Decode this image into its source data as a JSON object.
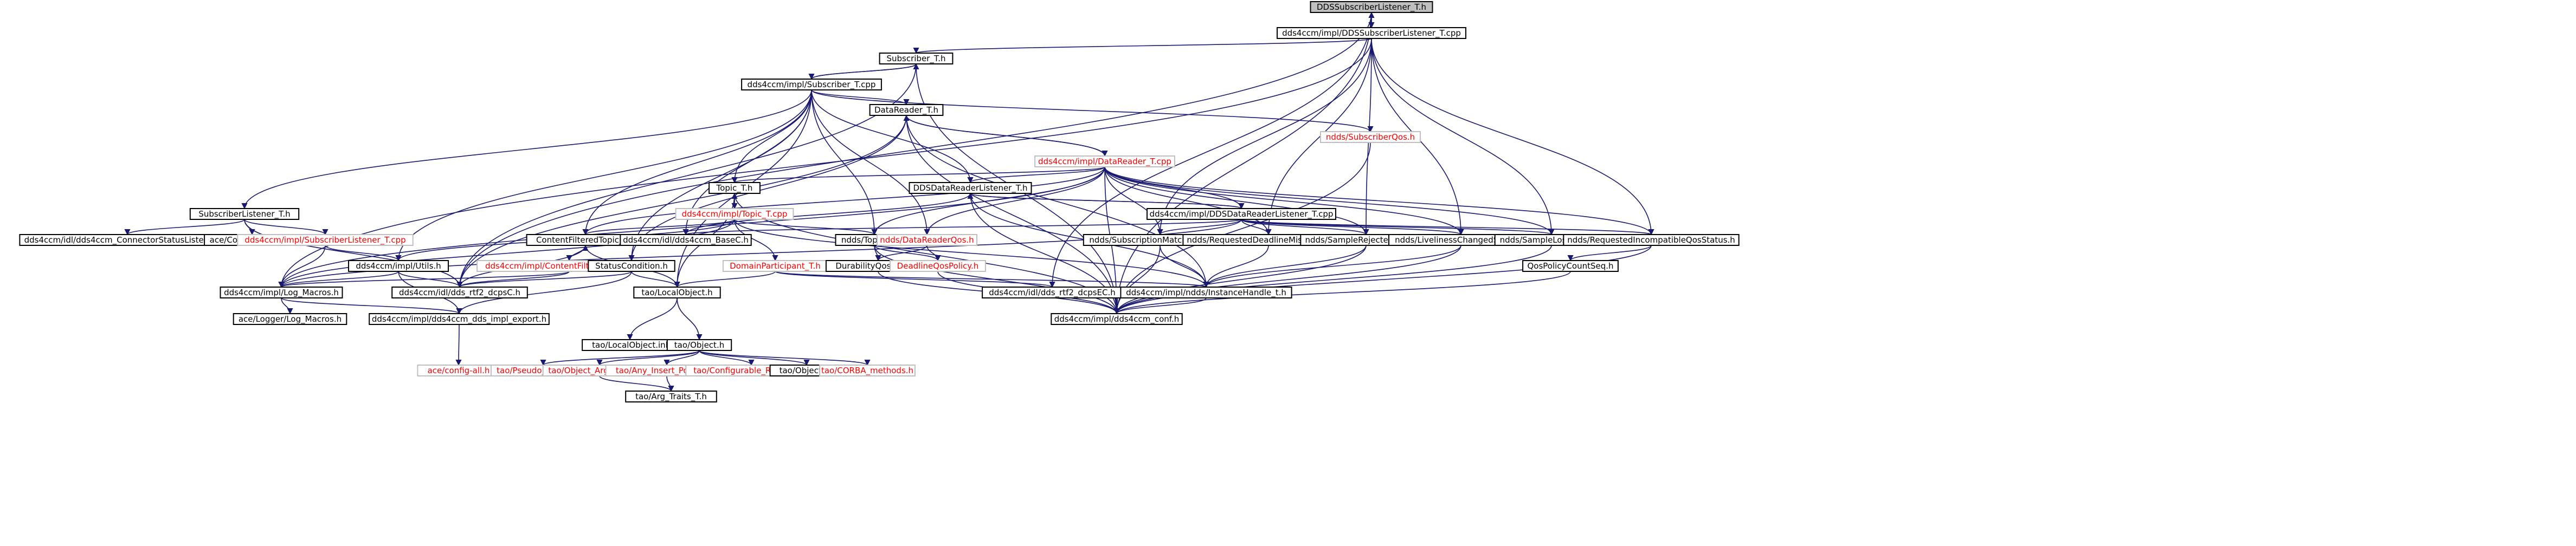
{
  "diagram": {
    "colors": {
      "root_fill": "#bfbfbf",
      "node_fill": "#ffffff",
      "missing_text": "#ff0000",
      "edge": "#191970"
    },
    "nodes": [
      {
        "id": "n_root",
        "label": "DDSSubscriberListener_T.h",
        "kind": "root"
      },
      {
        "id": "n_ddssubl_cpp",
        "label": "dds4ccm/impl/DDSSubscriberListener_T.cpp",
        "kind": "normal"
      },
      {
        "id": "n_subscriber_h",
        "label": "Subscriber_T.h",
        "kind": "normal"
      },
      {
        "id": "n_subscriber_cpp",
        "label": "dds4ccm/impl/Subscriber_T.cpp",
        "kind": "normal"
      },
      {
        "id": "n_datareader_h",
        "label": "DataReader_T.h",
        "kind": "normal"
      },
      {
        "id": "n_ndds_subqos",
        "label": "ndds/SubscriberQos.h",
        "kind": "missing"
      },
      {
        "id": "n_datareader_cpp",
        "label": "dds4ccm/impl/DataReader_T.cpp",
        "kind": "missing"
      },
      {
        "id": "n_topic_h",
        "label": "Topic_T.h",
        "kind": "normal"
      },
      {
        "id": "n_ddsdrl_h",
        "label": "DDSDataReaderListener_T.h",
        "kind": "normal"
      },
      {
        "id": "n_sublist_h",
        "label": "SubscriberListener_T.h",
        "kind": "normal"
      },
      {
        "id": "n_topic_cpp",
        "label": "dds4ccm/impl/Topic_T.cpp",
        "kind": "missing"
      },
      {
        "id": "n_ddsdrl_cpp",
        "label": "dds4ccm/impl/DDSDataReaderListener_T.cpp",
        "kind": "normal"
      },
      {
        "id": "n_connstat",
        "label": "dds4ccm/idl/dds4ccm_ConnectorStatusListenerC.h",
        "kind": "normal"
      },
      {
        "id": "n_ace_copy",
        "label": "ace/Copy_Disabled.h",
        "kind": "normal"
      },
      {
        "id": "n_sublist_cpp",
        "label": "dds4ccm/impl/SubscriberListener_T.cpp",
        "kind": "missing"
      },
      {
        "id": "n_cft_h",
        "label": "ContentFilteredTopic_T.h",
        "kind": "normal"
      },
      {
        "id": "n_basec",
        "label": "dds4ccm/idl/dds4ccm_BaseC.h",
        "kind": "normal"
      },
      {
        "id": "n_ndds_topicqos",
        "label": "ndds/TopicQos.h",
        "kind": "normal"
      },
      {
        "id": "n_ndds_drqos",
        "label": "ndds/DataReaderQos.h",
        "kind": "missing"
      },
      {
        "id": "n_ndds_submatch",
        "label": "ndds/SubscriptionMatchedStatus.h",
        "kind": "normal"
      },
      {
        "id": "n_ndds_rdm",
        "label": "ndds/RequestedDeadlineMissedStatus.h",
        "kind": "normal"
      },
      {
        "id": "n_ndds_srs",
        "label": "ndds/SampleRejectedStatus.h",
        "kind": "normal"
      },
      {
        "id": "n_ndds_lcs",
        "label": "ndds/LivelinessChangedStatus.h",
        "kind": "normal"
      },
      {
        "id": "n_ndds_sls",
        "label": "ndds/SampleLostStatus.h",
        "kind": "normal"
      },
      {
        "id": "n_ndds_riqs",
        "label": "ndds/RequestedIncompatibleQosStatus.h",
        "kind": "normal"
      },
      {
        "id": "n_impl_utils",
        "label": "dds4ccm/impl/Utils.h",
        "kind": "normal"
      },
      {
        "id": "n_cft_cpp",
        "label": "dds4ccm/impl/ContentFilteredTopic_T.cpp",
        "kind": "missing"
      },
      {
        "id": "n_statuscond",
        "label": "StatusCondition.h",
        "kind": "normal"
      },
      {
        "id": "n_domainpart",
        "label": "DomainParticipant_T.h",
        "kind": "missing"
      },
      {
        "id": "n_durability",
        "label": "DurabilityQosPolicy.h",
        "kind": "normal"
      },
      {
        "id": "n_deadline",
        "label": "DeadlineQosPolicy.h",
        "kind": "missing"
      },
      {
        "id": "n_qoscount",
        "label": "QosPolicyCountSeq.h",
        "kind": "normal"
      },
      {
        "id": "n_logmacros",
        "label": "dds4ccm/impl/Log_Macros.h",
        "kind": "normal"
      },
      {
        "id": "n_ddsrtps",
        "label": "dds4ccm/idl/dds_rtf2_dcpsC.h",
        "kind": "normal"
      },
      {
        "id": "n_tao_local",
        "label": "tao/LocalObject.h",
        "kind": "normal"
      },
      {
        "id": "n_ddsrtps_e",
        "label": "dds4ccm/idl/dds_rtf2_dcpsEC.h",
        "kind": "normal"
      },
      {
        "id": "n_ndds_inst",
        "label": "dds4ccm/impl/ndds/InstanceHandle_t.h",
        "kind": "normal"
      },
      {
        "id": "n_ace_logmacros",
        "label": "ace/Logger/Log_Macros.h",
        "kind": "normal"
      },
      {
        "id": "n_export",
        "label": "dds4ccm/impl/dds4ccm_dds_impl_export.h",
        "kind": "normal"
      },
      {
        "id": "n_conf",
        "label": "dds4ccm/impl/dds4ccm_conf.h",
        "kind": "normal"
      },
      {
        "id": "n_tao_localinl",
        "label": "tao/LocalObject.inl",
        "kind": "normal"
      },
      {
        "id": "n_tao_object",
        "label": "tao/Object.h",
        "kind": "normal"
      },
      {
        "id": "n_ace_config",
        "label": "ace/config-all.h",
        "kind": "missing"
      },
      {
        "id": "n_tao_pseudo",
        "label": "tao/Pseudo_VarOut_T.h",
        "kind": "missing"
      },
      {
        "id": "n_tao_objarg",
        "label": "tao/Object_Argument_T.h",
        "kind": "missing"
      },
      {
        "id": "n_tao_anyins",
        "label": "tao/Any_Insert_Policy_T.h",
        "kind": "missing"
      },
      {
        "id": "n_tao_confref",
        "label": "tao/Configurable_Refcount.h",
        "kind": "missing"
      },
      {
        "id": "n_tao_objinl",
        "label": "tao/Object.inl",
        "kind": "normal"
      },
      {
        "id": "n_tao_corba",
        "label": "tao/CORBA_methods.h",
        "kind": "missing"
      },
      {
        "id": "n_tao_argtraits",
        "label": "tao/Arg_Traits_T.h",
        "kind": "normal"
      }
    ],
    "edges": [
      [
        "n_root",
        "n_ddssubl_cpp"
      ],
      [
        "n_ddssubl_cpp",
        "n_root"
      ],
      [
        "n_root",
        "n_ddsrtps_e"
      ],
      [
        "n_root",
        "n_ddsrtps"
      ],
      [
        "n_root",
        "n_conf"
      ],
      [
        "n_ddssubl_cpp",
        "n_subscriber_h"
      ],
      [
        "n_ddssubl_cpp",
        "n_logmacros"
      ],
      [
        "n_ddssubl_cpp",
        "n_ndds_submatch"
      ],
      [
        "n_ddssubl_cpp",
        "n_ndds_rdm"
      ],
      [
        "n_ddssubl_cpp",
        "n_ndds_srs"
      ],
      [
        "n_ddssubl_cpp",
        "n_ndds_lcs"
      ],
      [
        "n_ddssubl_cpp",
        "n_ndds_sls"
      ],
      [
        "n_ddssubl_cpp",
        "n_ndds_riqs"
      ],
      [
        "n_subscriber_h",
        "n_subscriber_cpp"
      ],
      [
        "n_subscriber_cpp",
        "n_subscriber_h"
      ],
      [
        "n_subscriber_h",
        "n_conf"
      ],
      [
        "n_subscriber_h",
        "n_ddsrtps"
      ],
      [
        "n_subscriber_cpp",
        "n_datareader_h"
      ],
      [
        "n_subscriber_cpp",
        "n_ndds_subqos"
      ],
      [
        "n_subscriber_cpp",
        "n_topic_h"
      ],
      [
        "n_subscriber_cpp",
        "n_ddsdrl_h"
      ],
      [
        "n_subscriber_cpp",
        "n_sublist_h"
      ],
      [
        "n_subscriber_cpp",
        "n_cft_h"
      ],
      [
        "n_subscriber_cpp",
        "n_impl_utils"
      ],
      [
        "n_subscriber_cpp",
        "n_statuscond"
      ],
      [
        "n_subscriber_cpp",
        "n_basec"
      ],
      [
        "n_subscriber_cpp",
        "n_ndds_topicqos"
      ],
      [
        "n_subscriber_cpp",
        "n_ndds_drqos"
      ],
      [
        "n_subscriber_cpp",
        "n_tao_local"
      ],
      [
        "n_datareader_h",
        "n_datareader_cpp"
      ],
      [
        "n_datareader_cpp",
        "n_datareader_h"
      ],
      [
        "n_datareader_h",
        "n_conf"
      ],
      [
        "n_datareader_h",
        "n_ndds_inst"
      ],
      [
        "n_datareader_h",
        "n_ddsrtps"
      ],
      [
        "n_datareader_h",
        "n_statuscond"
      ],
      [
        "n_ndds_subqos",
        "n_conf"
      ],
      [
        "n_datareader_cpp",
        "n_topic_h"
      ],
      [
        "n_datareader_cpp",
        "n_ddsdrl_h"
      ],
      [
        "n_datareader_cpp",
        "n_ddsdrl_cpp"
      ],
      [
        "n_datareader_cpp",
        "n_ndds_topicqos"
      ],
      [
        "n_datareader_cpp",
        "n_ndds_drqos"
      ],
      [
        "n_datareader_cpp",
        "n_ndds_submatch"
      ],
      [
        "n_datareader_cpp",
        "n_ndds_rdm"
      ],
      [
        "n_datareader_cpp",
        "n_ndds_srs"
      ],
      [
        "n_datareader_cpp",
        "n_ndds_lcs"
      ],
      [
        "n_datareader_cpp",
        "n_ndds_sls"
      ],
      [
        "n_datareader_cpp",
        "n_ndds_riqs"
      ],
      [
        "n_datareader_cpp",
        "n_cft_h"
      ],
      [
        "n_datareader_cpp",
        "n_logmacros"
      ],
      [
        "n_datareader_cpp",
        "n_conf"
      ],
      [
        "n_topic_h",
        "n_topic_cpp"
      ],
      [
        "n_topic_cpp",
        "n_topic_h"
      ],
      [
        "n_topic_h",
        "n_conf"
      ],
      [
        "n_topic_h",
        "n_tao_local"
      ],
      [
        "n_topic_cpp",
        "n_cft_h"
      ],
      [
        "n_topic_cpp",
        "n_impl_utils"
      ],
      [
        "n_topic_cpp",
        "n_logmacros"
      ],
      [
        "n_topic_cpp",
        "n_ndds_topicqos"
      ],
      [
        "n_topic_cpp",
        "n_domainpart"
      ],
      [
        "n_topic_cpp",
        "n_ndds_inst"
      ],
      [
        "n_ddsdrl_h",
        "n_ddsdrl_cpp"
      ],
      [
        "n_ddsdrl_cpp",
        "n_ddsdrl_h"
      ],
      [
        "n_ddsdrl_h",
        "n_basec"
      ],
      [
        "n_ddsdrl_h",
        "n_conf"
      ],
      [
        "n_ddsdrl_h",
        "n_ndds_inst"
      ],
      [
        "n_ddsdrl_cpp",
        "n_ndds_submatch"
      ],
      [
        "n_ddsdrl_cpp",
        "n_ndds_rdm"
      ],
      [
        "n_ddsdrl_cpp",
        "n_ndds_srs"
      ],
      [
        "n_ddsdrl_cpp",
        "n_ndds_lcs"
      ],
      [
        "n_ddsdrl_cpp",
        "n_ndds_sls"
      ],
      [
        "n_ddsdrl_cpp",
        "n_ndds_riqs"
      ],
      [
        "n_ddsdrl_cpp",
        "n_logmacros"
      ],
      [
        "n_ddsdrl_cpp",
        "n_basec"
      ],
      [
        "n_sublist_h",
        "n_connstat"
      ],
      [
        "n_sublist_h",
        "n_ace_copy"
      ],
      [
        "n_sublist_h",
        "n_sublist_cpp"
      ],
      [
        "n_sublist_h",
        "n_ddsrtps"
      ],
      [
        "n_sublist_cpp",
        "n_logmacros"
      ],
      [
        "n_sublist_cpp",
        "n_impl_utils"
      ],
      [
        "n_cft_h",
        "n_cft_cpp"
      ],
      [
        "n_cft_cpp",
        "n_cft_h"
      ],
      [
        "n_cft_h",
        "n_tao_local"
      ],
      [
        "n_cft_h",
        "n_ddsrtps"
      ],
      [
        "n_cft_cpp",
        "n_logmacros"
      ],
      [
        "n_cft_cpp",
        "n_ddsrtps"
      ],
      [
        "n_ndds_topicqos",
        "n_durability"
      ],
      [
        "n_ndds_topicqos",
        "n_deadline"
      ],
      [
        "n_ndds_topicqos",
        "n_conf"
      ],
      [
        "n_ndds_drqos",
        "n_durability"
      ],
      [
        "n_ndds_drqos",
        "n_deadline"
      ],
      [
        "n_ndds_submatch",
        "n_ndds_inst"
      ],
      [
        "n_ndds_submatch",
        "n_conf"
      ],
      [
        "n_ndds_rdm",
        "n_ndds_inst"
      ],
      [
        "n_ndds_srs",
        "n_ndds_inst"
      ],
      [
        "n_ndds_srs",
        "n_conf"
      ],
      [
        "n_ndds_lcs",
        "n_ndds_inst"
      ],
      [
        "n_ndds_lcs",
        "n_conf"
      ],
      [
        "n_ndds_sls",
        "n_conf"
      ],
      [
        "n_ndds_riqs",
        "n_qoscount"
      ],
      [
        "n_ndds_riqs",
        "n_conf"
      ],
      [
        "n_qoscount",
        "n_conf"
      ],
      [
        "n_impl_utils",
        "n_logmacros"
      ],
      [
        "n_impl_utils",
        "n_ddsrtps"
      ],
      [
        "n_impl_utils",
        "n_export"
      ],
      [
        "n_statuscond",
        "n_tao_local"
      ],
      [
        "n_statuscond",
        "n_ddsrtps"
      ],
      [
        "n_statuscond",
        "n_export"
      ],
      [
        "n_domainpart",
        "n_tao_local"
      ],
      [
        "n_domainpart",
        "n_ddsrtps_e"
      ],
      [
        "n_domainpart",
        "n_ndds_inst"
      ],
      [
        "n_durability",
        "n_conf"
      ],
      [
        "n_deadline",
        "n_conf"
      ],
      [
        "n_logmacros",
        "n_ace_logmacros"
      ],
      [
        "n_logmacros",
        "n_export"
      ],
      [
        "n_tao_local",
        "n_tao_localinl"
      ],
      [
        "n_tao_local",
        "n_tao_object"
      ],
      [
        "n_ndds_inst",
        "n_conf"
      ],
      [
        "n_export",
        "n_ace_config"
      ],
      [
        "n_tao_object",
        "n_tao_pseudo"
      ],
      [
        "n_tao_object",
        "n_tao_objarg"
      ],
      [
        "n_tao_object",
        "n_tao_anyins"
      ],
      [
        "n_tao_object",
        "n_tao_confref"
      ],
      [
        "n_tao_object",
        "n_tao_objinl"
      ],
      [
        "n_tao_object",
        "n_tao_corba"
      ],
      [
        "n_tao_anyins",
        "n_tao_argtraits"
      ],
      [
        "n_tao_objarg",
        "n_tao_argtraits"
      ]
    ]
  }
}
